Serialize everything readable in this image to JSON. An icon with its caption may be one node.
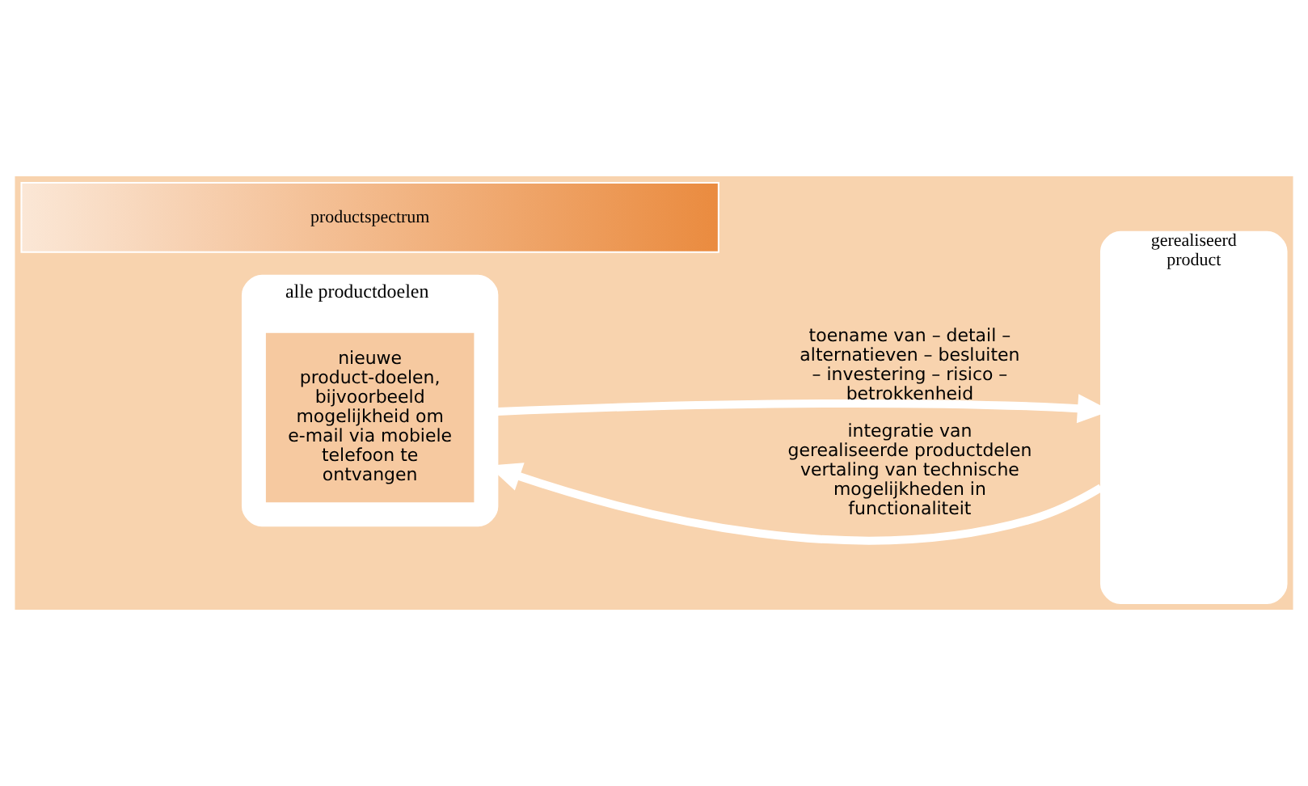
{
  "diagram": {
    "nodes": [
      {
        "text": [
          "alle productdoelen"
        ]
      },
      {
        "text": [
          "nieuwe product-doelen, bijvoorbeeld mogelijkheid om e-mail via mobiele telefoon te ontvangen"
        ],
        "in": 0
      },
      {
        "text": [
          "gerealiseerd product"
        ]
      },
      {
        "text": [
          "productspectrum"
        ]
      }
    ],
    "edges": [
      {
        "from": 0,
        "to": 2,
        "arrow": "to",
        "label": "toename van – detail – alternatieven – besluiten – investering – risico – betrokkenheid"
      },
      {
        "from": 2,
        "to": 0,
        "arrow": "to",
        "label": "integratie van gerealiseerde productdelen vertaling van technische mogelijkheden in functionaliteit"
      }
    ]
  }
}
